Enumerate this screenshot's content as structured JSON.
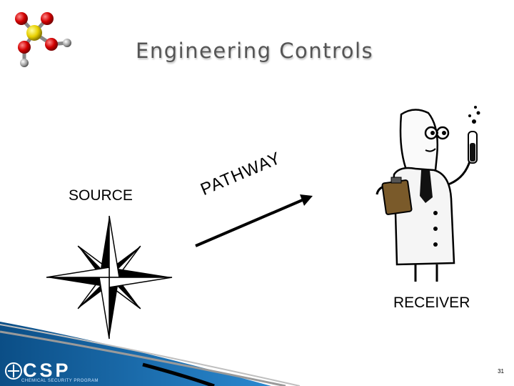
{
  "slide": {
    "title": "Engineering Controls",
    "source_label": "SOURCE",
    "pathway_label": "PATHWAY",
    "receiver_label": "RECEIVER",
    "page_number": "31"
  },
  "footer": {
    "logo_text": "CSP",
    "logo_subtext": "CHEMICAL SECURITY PROGRAM"
  },
  "colors": {
    "footer_blue": "#1b6aa8",
    "footer_light": "#cfe6ff",
    "title_gray": "#555555"
  },
  "icons": [
    "molecule-icon",
    "compass-star-icon",
    "scientist-icon",
    "arrow-icon"
  ]
}
